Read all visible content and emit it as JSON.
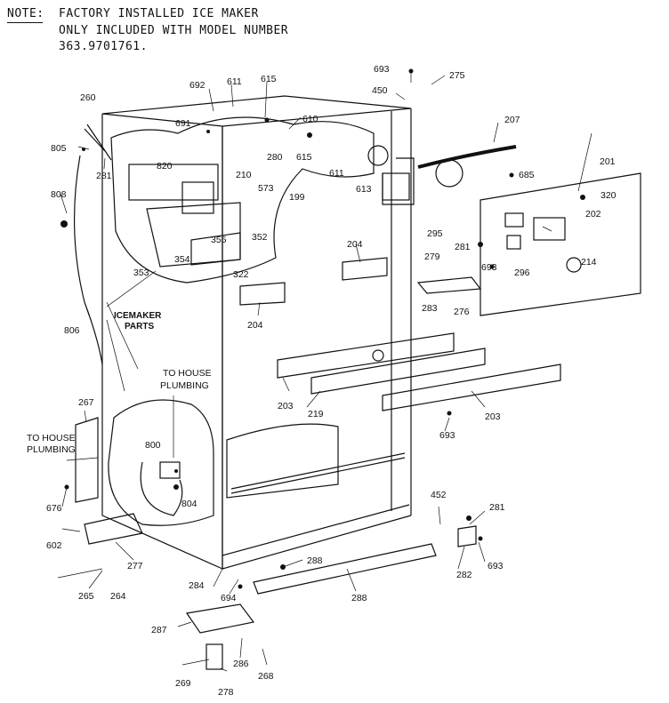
{
  "note": {
    "label": "NOTE:",
    "line1": "FACTORY INSTALLED ICE MAKER",
    "line2": "ONLY INCLUDED WITH MODEL NUMBER",
    "line3": "363.9701761."
  },
  "callouts": {
    "icemaker_line1": "ICEMAKER",
    "icemaker_line2": "PARTS",
    "plumbing_top_line1": "TO HOUSE",
    "plumbing_top_line2": "PLUMBING",
    "plumbing_left_line1": "TO HOUSE",
    "plumbing_left_line2": "PLUMBING"
  },
  "part_numbers": [
    "693",
    "275",
    "450",
    "207",
    "692",
    "611",
    "615",
    "691",
    "610",
    "615",
    "611",
    "613",
    "280",
    "210",
    "573",
    "199",
    "260",
    "805",
    "281",
    "820",
    "808",
    "355",
    "352",
    "353",
    "354",
    "322",
    "201",
    "685",
    "320",
    "202",
    "295",
    "281",
    "296",
    "204",
    "279",
    "693",
    "214",
    "283",
    "276",
    "204",
    "806",
    "203",
    "219",
    "203",
    "693",
    "267",
    "800",
    "804",
    "676",
    "602",
    "277",
    "452",
    "281",
    "282",
    "693",
    "288",
    "284",
    "694",
    "288",
    "265",
    "264",
    "287",
    "286",
    "269",
    "278",
    "268"
  ]
}
